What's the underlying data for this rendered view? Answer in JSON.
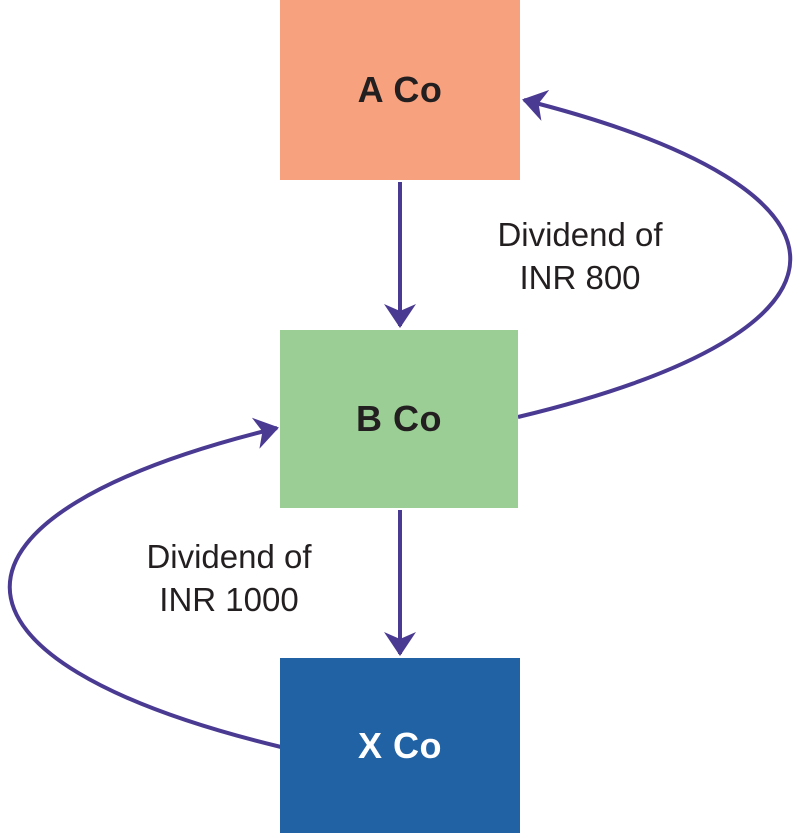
{
  "page": {
    "background_color": "#FFFFFF"
  },
  "diagram": {
    "arrow_color": "#4B3A92",
    "label_text_color": "#231F20",
    "nodes": [
      {
        "label": "A Co",
        "color": "#F7A17E",
        "text_color": "#231F20"
      },
      {
        "label": "B Co",
        "color": "#9BCE95",
        "text_color": "#231F20"
      },
      {
        "label": "X Co",
        "color": "#2062A3",
        "text_color": "#FFFFFF"
      }
    ],
    "edges": [
      {
        "from": "A Co",
        "to": "B Co",
        "style": "straight",
        "label": ""
      },
      {
        "from": "B Co",
        "to": "X Co",
        "style": "straight",
        "label": ""
      },
      {
        "from": "B Co",
        "to": "A Co",
        "style": "curved",
        "label": "Dividend of INR 800"
      },
      {
        "from": "X Co",
        "to": "B Co",
        "style": "curved",
        "label": "Dividend of INR 1000"
      }
    ],
    "edge_labels": [
      {
        "line1": "Dividend of",
        "line2": "INR 800"
      },
      {
        "line1": "Dividend of",
        "line2": "INR 1000"
      }
    ]
  }
}
